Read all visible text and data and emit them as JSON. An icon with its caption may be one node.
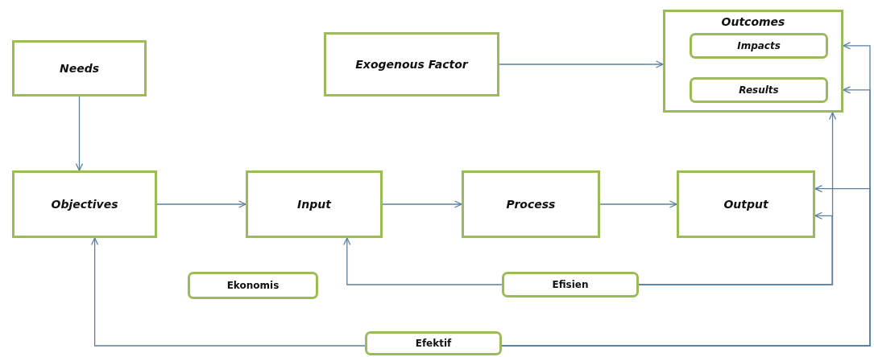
{
  "diagram": {
    "nodes": [
      {
        "text": [
          "Needs"
        ]
      },
      {
        "text": [
          "Exogenous Factor"
        ]
      },
      {
        "text": [
          "Outcomes"
        ]
      },
      {
        "text": [
          "Impacts"
        ],
        "in": 2
      },
      {
        "text": [
          "Results"
        ],
        "in": 2
      },
      {
        "text": [
          "Objectives"
        ]
      },
      {
        "text": [
          "Input"
        ]
      },
      {
        "text": [
          "Process"
        ]
      },
      {
        "text": [
          "Output"
        ]
      },
      {
        "text": [
          "Ekonomis"
        ]
      },
      {
        "text": [
          "Efisien"
        ]
      },
      {
        "text": [
          "Efektif"
        ]
      }
    ],
    "edges": [
      {
        "from": 0,
        "to": 5,
        "arrow": "to"
      },
      {
        "from": 5,
        "to": 6,
        "arrow": "to"
      },
      {
        "from": 6,
        "to": 7,
        "arrow": "to"
      },
      {
        "from": 7,
        "to": 8,
        "arrow": "to"
      },
      {
        "from": 1,
        "to": 2,
        "arrow": "to"
      },
      {
        "from": 10,
        "to": 6,
        "arrow": "to"
      },
      {
        "from": 10,
        "to": 2,
        "arrow": "to"
      },
      {
        "from": 10,
        "to": 8,
        "arrow": "to"
      },
      {
        "from": 11,
        "to": 5,
        "arrow": "to"
      },
      {
        "from": 11,
        "to": 2,
        "arrow": "to"
      },
      {
        "from": 11,
        "to": 2,
        "arrow": "to"
      },
      {
        "from": 11,
        "to": 8,
        "arrow": "to"
      }
    ]
  }
}
